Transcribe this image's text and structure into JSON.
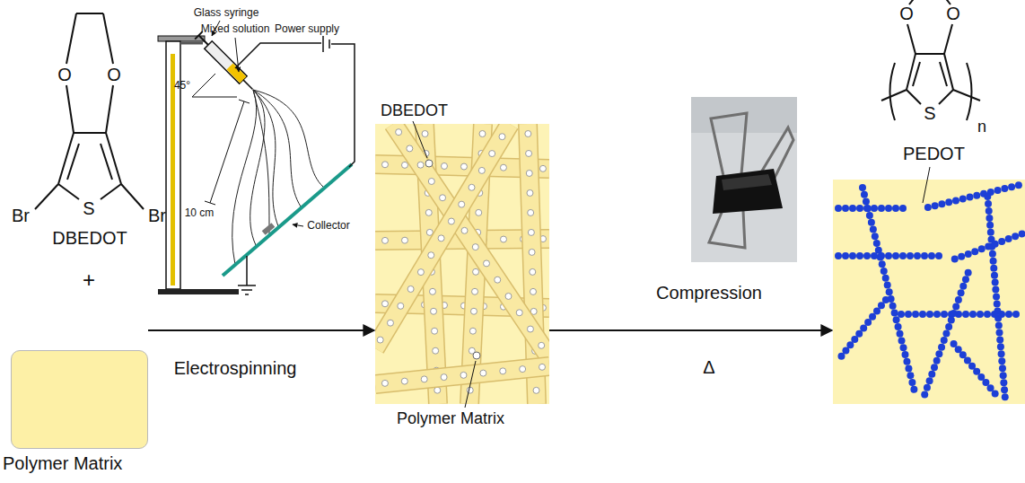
{
  "diagram": {
    "nodes": [
      {
        "text": [
          "Polymer Matrix"
        ]
      },
      {
        "text": [
          "DBEDOT",
          "Polymer Matrix"
        ]
      },
      {
        "text": [
          "PEDOT"
        ]
      }
    ],
    "edges": [
      {
        "from": 0,
        "to": 1,
        "arrow": "to",
        "label": "Electrospinning"
      },
      {
        "from": 1,
        "to": 2,
        "arrow": "to",
        "label": "Δ"
      }
    ],
    "labels": [
      "O",
      "O",
      "Br",
      "S",
      "Br",
      "DBEDOT",
      "+",
      "Glass syringe",
      "Mixed solution",
      "Power supply",
      "45°",
      "10 cm",
      "Collector",
      "Compression",
      "O",
      "O",
      "S",
      "n"
    ]
  }
}
